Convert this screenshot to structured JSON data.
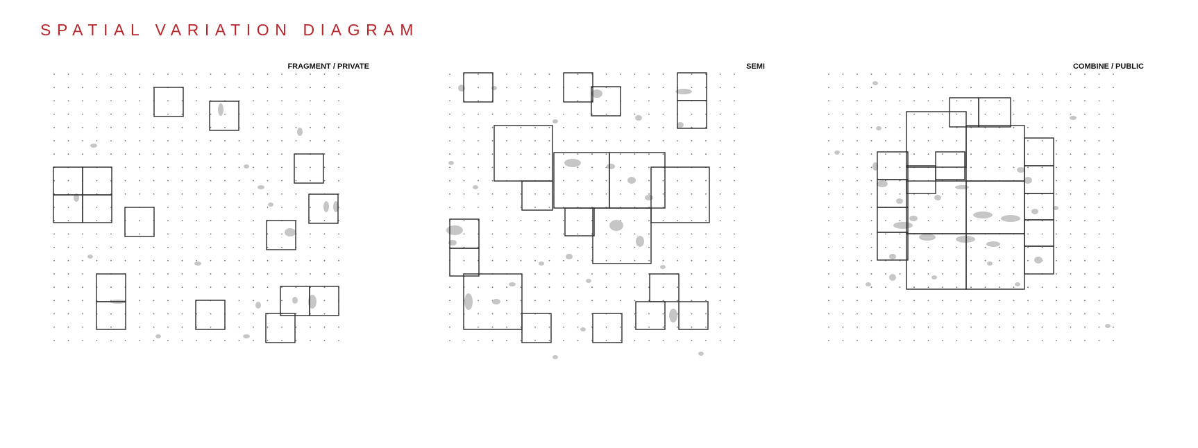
{
  "title": "SPATIAL VARIATION DIAGRAM",
  "colors": {
    "title": "#b8262b",
    "module_stroke": "#2a2a2a",
    "grid_dot": "#6a6a6a",
    "figure": "#bdbdbd"
  },
  "panels": [
    {
      "label": "FRAGMENT / PRIVATE"
    },
    {
      "label": "SEMI"
    },
    {
      "label": "COMBINE / PUBLIC"
    }
  ]
}
